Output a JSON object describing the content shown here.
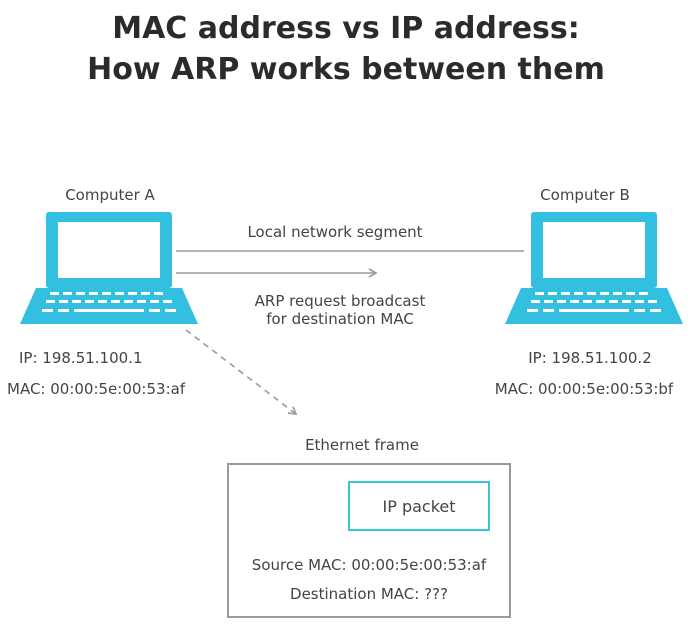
{
  "title": {
    "line1": "MAC address vs IP address:",
    "line2": "How ARP works between them"
  },
  "computer_a": {
    "name": "Computer A",
    "ip": "IP: 198.51.100.1",
    "mac": "MAC: 00:00:5e:00:53:af"
  },
  "computer_b": {
    "name": "Computer B",
    "ip": "IP: 198.51.100.2",
    "mac": "MAC: 00:00:5e:00:53:bf"
  },
  "segment_label": "Local network segment",
  "arp_label": {
    "line1": "ARP request broadcast",
    "line2": "for destination MAC"
  },
  "frame": {
    "label": "Ethernet frame",
    "packet": "IP packet",
    "source_mac": "Source MAC: 00:00:5e:00:53:af",
    "destination_mac": "Destination MAC: ???"
  },
  "colors": {
    "laptop": "#33bfe0",
    "line": "#9a9a9a",
    "packet_border": "#3cc1d8"
  }
}
